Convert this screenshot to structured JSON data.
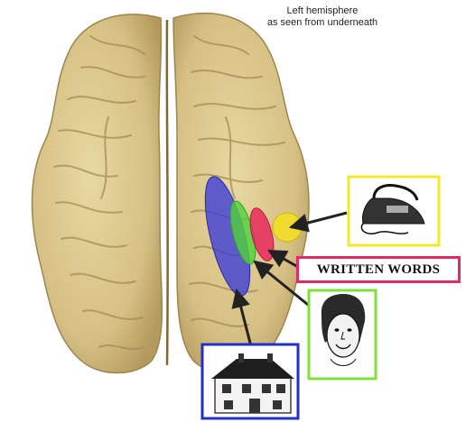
{
  "caption": {
    "line1": "Left hemisphere",
    "line2": "as seen from underneath"
  },
  "labels": {
    "words": "WRITTEN WORDS"
  },
  "panels": [
    {
      "id": "objects",
      "icon": "iron-icon",
      "border_color": "#f0ea2a",
      "region_color": "#f5e11e"
    },
    {
      "id": "words",
      "icon": "text-icon",
      "border_color": "#e02a6a",
      "region_color": "#e8245a"
    },
    {
      "id": "faces",
      "icon": "face-icon",
      "border_color": "#7fe03a",
      "region_color": "#4fd23a"
    },
    {
      "id": "places",
      "icon": "house-icon",
      "border_color": "#2030c8",
      "region_color": "#3a3ad8"
    }
  ],
  "colors": {
    "brain": "#d8c48a",
    "brain_shadow": "#a8925a",
    "arrow": "#222222"
  }
}
